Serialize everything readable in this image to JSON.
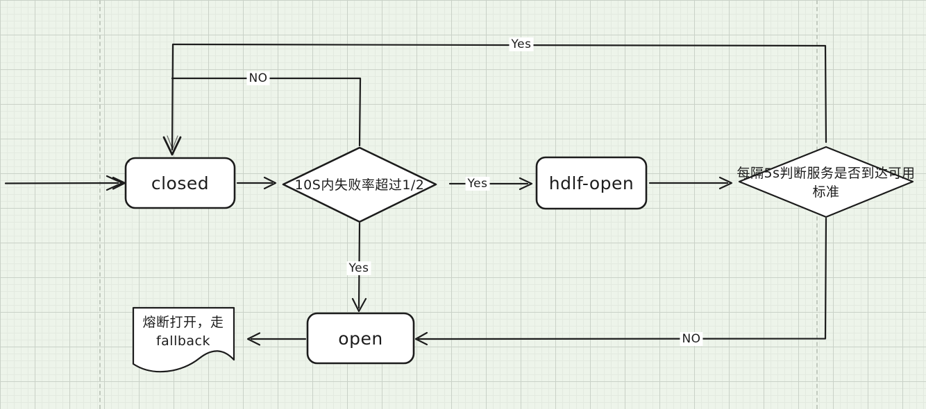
{
  "diagram": {
    "title": "circuit-breaker-state-flowchart",
    "nodes": {
      "closed": {
        "label": "closed"
      },
      "failure_check": {
        "label": "10S内失败率超过1/2"
      },
      "half_open": {
        "label": "hdlf-open"
      },
      "recovery_check": {
        "label": "每隔5s判断服务是否到达可用标准"
      },
      "open": {
        "label": "open"
      },
      "note": {
        "lines": [
          "熔断打开，走",
          "fallback"
        ]
      }
    },
    "edge_labels": {
      "recovery_yes": "Yes",
      "failure_no": "NO",
      "failure_yes": "Yes",
      "trip_yes": "Yes",
      "recovery_no": "NO"
    },
    "colors": {
      "background": "#edf4ea",
      "grid_minor": "#e3eae0",
      "grid_major": "#c9d1c7",
      "page_guide": "#c2cabf",
      "stroke": "#1c1c1c",
      "shape_fill": "#ffffff"
    }
  }
}
